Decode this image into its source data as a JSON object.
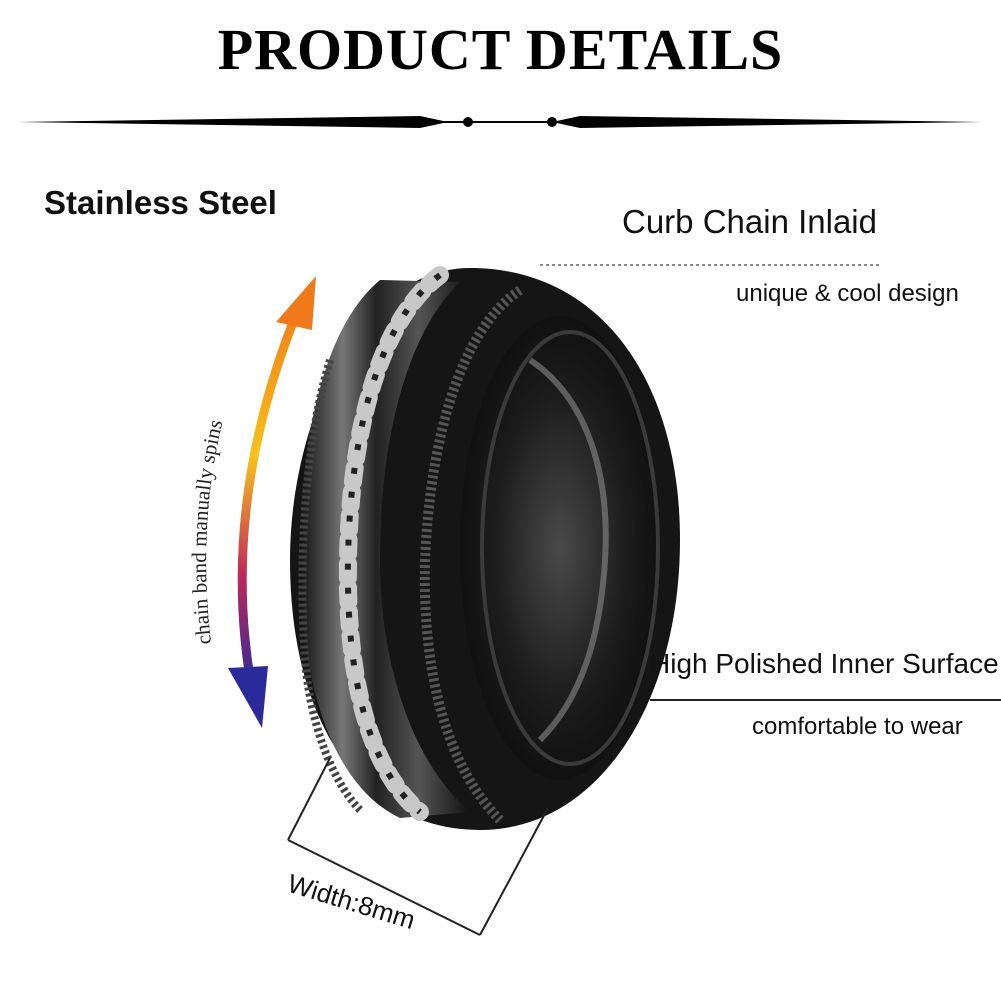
{
  "title": "PRODUCT DETAILS",
  "labels": {
    "material": "Stainless Steel",
    "chain": "Curb Chain Inlaid",
    "chain_sub": "unique & cool design",
    "inner": "High Polished Inner Surface",
    "inner_sub": "comfortable to wear",
    "width": "Width:8mm",
    "spin": "chain band manually spins"
  },
  "colors": {
    "arrow_top": "#f07a1a",
    "arrow_mid": "#f7c21a",
    "arrow_low": "#c02a5a",
    "arrow_bottom": "#2a2a9a",
    "ring": "#1a1a1a"
  }
}
